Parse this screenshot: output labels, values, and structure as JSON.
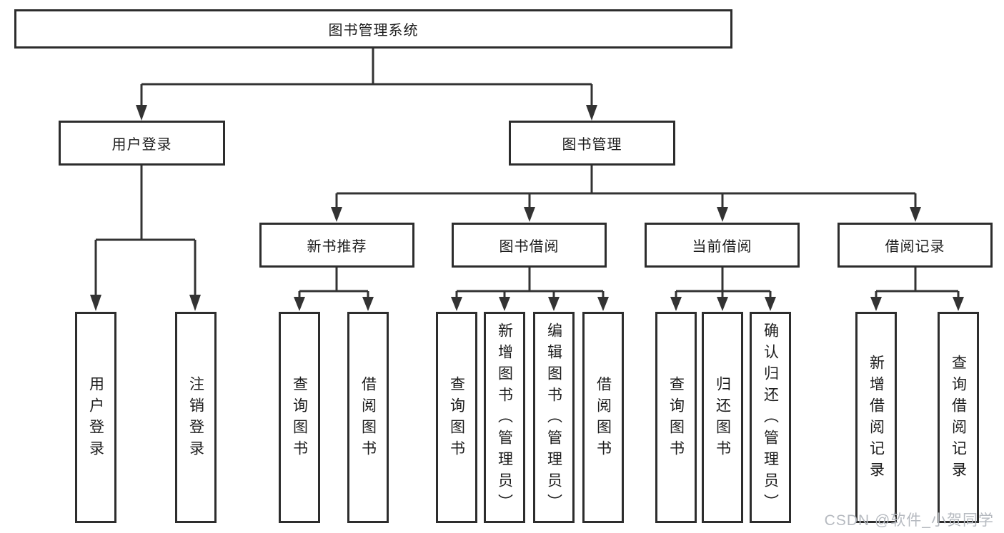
{
  "diagram": {
    "title": "图书管理系统",
    "branches": [
      {
        "label": "用户登录",
        "children": [
          {
            "label": "用户登录"
          },
          {
            "label": "注销登录"
          }
        ]
      },
      {
        "label": "图书管理",
        "groups": [
          {
            "label": "新书推荐",
            "children": [
              {
                "label": "查询图书"
              },
              {
                "label": "借阅图书"
              }
            ]
          },
          {
            "label": "图书借阅",
            "children": [
              {
                "label": "查询图书"
              },
              {
                "label": "新增图书（管理员）"
              },
              {
                "label": "编辑图书（管理员）"
              },
              {
                "label": "借阅图书"
              }
            ]
          },
          {
            "label": "当前借阅",
            "children": [
              {
                "label": "查询图书"
              },
              {
                "label": "归还图书"
              },
              {
                "label": "确认归还（管理员）"
              }
            ]
          },
          {
            "label": "借阅记录",
            "children": [
              {
                "label": "新增借阅记录"
              },
              {
                "label": "查询借阅记录"
              }
            ]
          }
        ]
      }
    ]
  },
  "watermark": "CSDN @软件_小贺同学",
  "colors": {
    "box_border": "#2d2d2d",
    "connector_line": "#333333",
    "text": "#1c1c1c",
    "watermark_text": "#b6bac0",
    "background": "#ffffff"
  }
}
